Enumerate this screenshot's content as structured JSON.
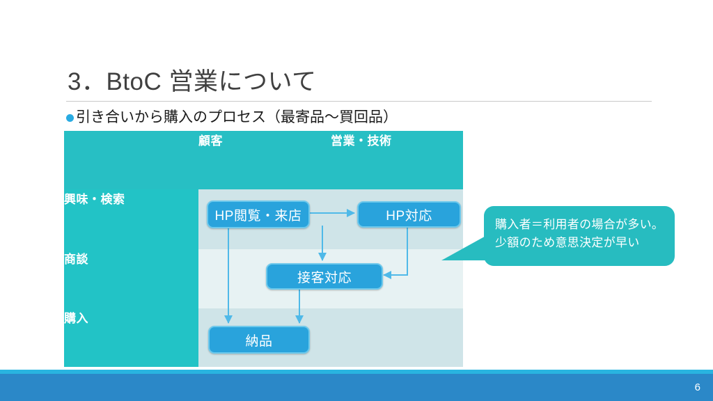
{
  "slide": {
    "title": "3．BtoC 営業について",
    "bullet": "引き合いから購入のプロセス（最寄品～買回品）",
    "page_number": "6",
    "colors": {
      "header_teal": "#27bfc4",
      "row_label_teal": "#22c3c6",
      "node_blue": "#29a3dc",
      "node_border": "#6ec9ec",
      "callout_teal": "#27bcc0",
      "row_light": "#cfe4e8",
      "row_lighter": "#e7f2f3",
      "footer_blue": "#2b88c8",
      "footer_strip": "#29b4e0",
      "bullet_dot": "#29abe2",
      "title_text": "#404040",
      "arrow": "#4fb9e8"
    }
  },
  "table": {
    "columns": [
      "",
      "顧客",
      "営業・技術"
    ],
    "rows": [
      {
        "label": "興味・検索",
        "cells": [
          "",
          ""
        ]
      },
      {
        "label": "商談",
        "cells": [
          "",
          ""
        ]
      },
      {
        "label": "購入",
        "cells": [
          "",
          ""
        ]
      }
    ]
  },
  "flow": {
    "nodes": [
      {
        "id": "hp-view",
        "label": "HP閲覧・来店",
        "row": "興味・検索",
        "column": "顧客"
      },
      {
        "id": "hp-resp",
        "label": "HP対応",
        "row": "興味・検索",
        "column": "営業・技術"
      },
      {
        "id": "reception",
        "label": "接客対応",
        "row": "商談",
        "column": "顧客"
      },
      {
        "id": "delivery",
        "label": "納品",
        "row": "購入",
        "column": "顧客"
      }
    ],
    "connections": [
      {
        "from": "hp-view",
        "to": "hp-resp"
      },
      {
        "from": "hp-view",
        "to": "reception"
      },
      {
        "from": "hp-view",
        "to": "delivery"
      },
      {
        "from": "hp-resp",
        "to": "reception"
      },
      {
        "from": "reception",
        "to": "delivery"
      }
    ]
  },
  "callout": {
    "line1": "購入者＝利用者の場合が多い。",
    "line2": "少額のため意思決定が早い"
  }
}
